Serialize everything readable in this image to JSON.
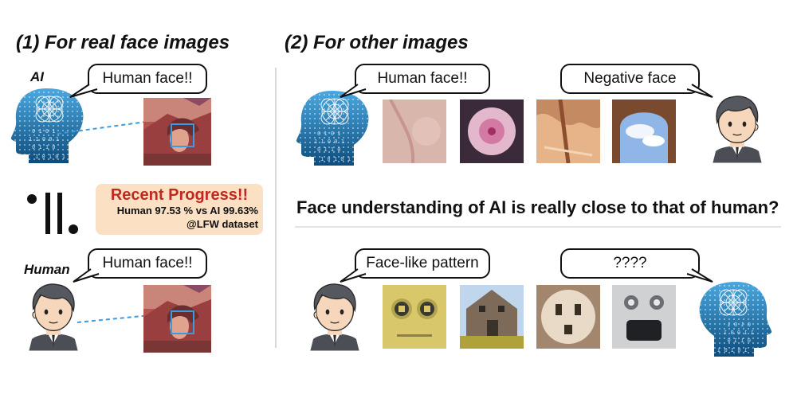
{
  "left_panel": {
    "title": "(1) For real face images",
    "ai_label": "AI",
    "human_label": "Human",
    "ai_speech": "Human face!!",
    "human_speech": "Human face!!",
    "equals_symbol": "•||•",
    "progress": {
      "title": "Recent Progress!!",
      "comparison": "Human  97.53 % vs AI 99.63%",
      "dataset": "@LFW dataset"
    }
  },
  "right_panel": {
    "title": "(2) For other images",
    "ai_speech": "Human face!!",
    "human_speech": "Negative face",
    "question": "Face understanding of AI is really close to that of human?",
    "human_speech_bottom": "Face-like pattern",
    "ai_speech_bottom": "????"
  },
  "colors": {
    "highlight_box": "#3d9ae0",
    "progress_bg": "#fbe0c4",
    "progress_title": "#c0291f",
    "ai_head": "#1b6fa8"
  }
}
